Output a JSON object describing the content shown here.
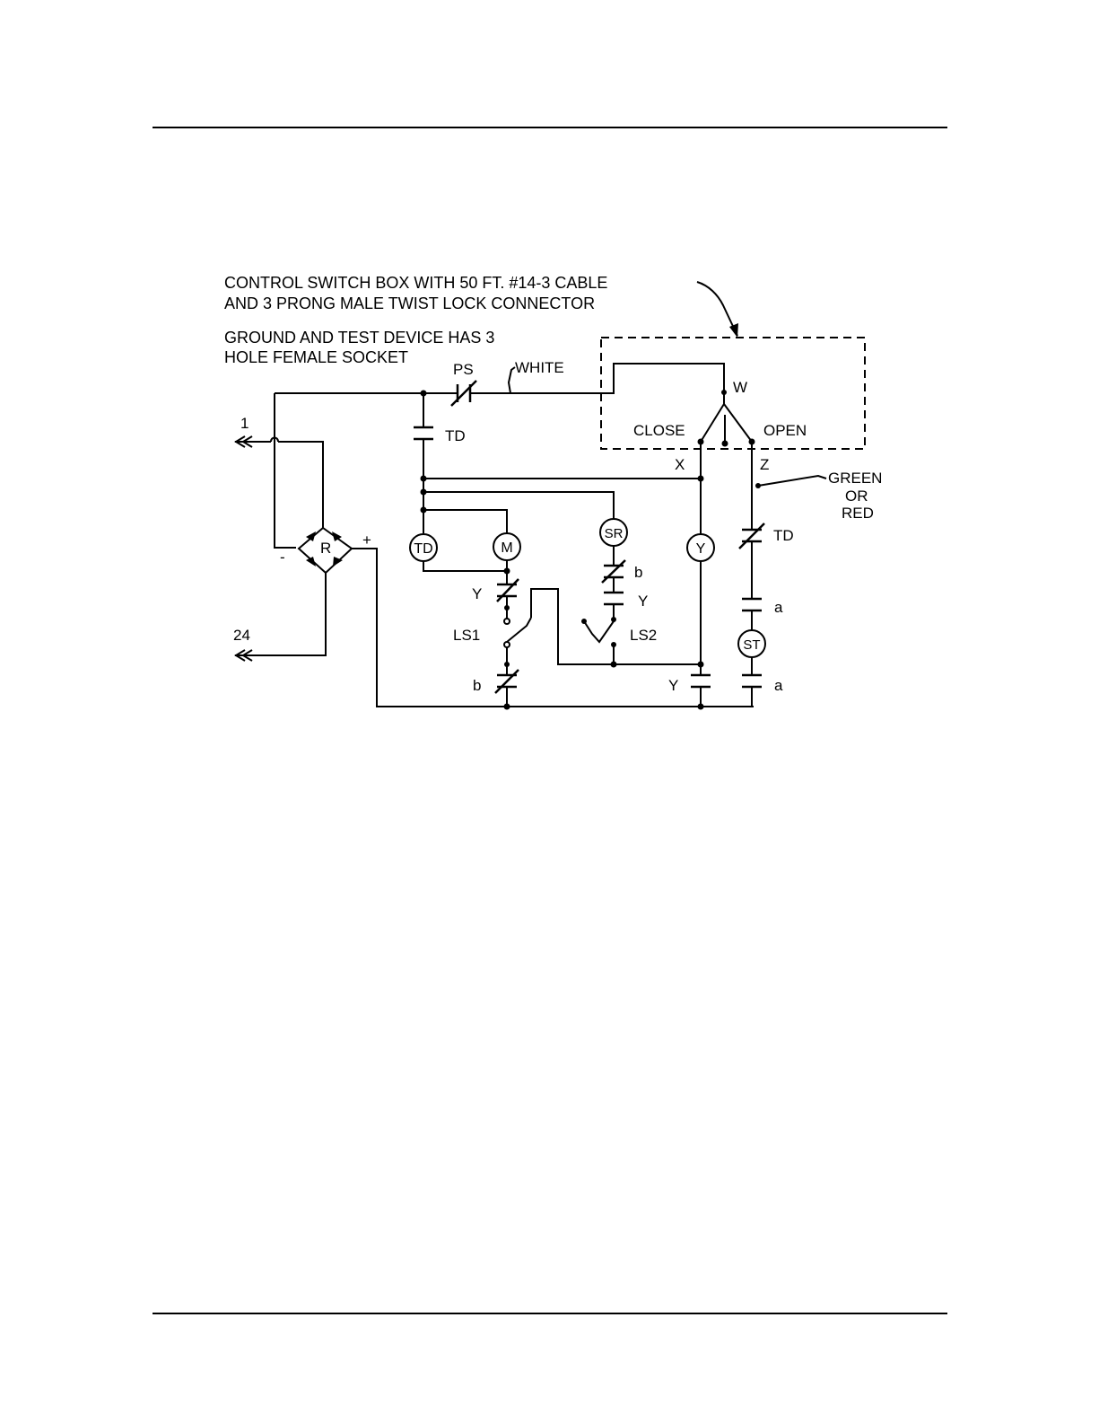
{
  "notes": {
    "control_box_line1": "CONTROL SWITCH BOX WITH 50 FT. #14-3 CABLE",
    "control_box_line2": "AND 3 PRONG MALE TWIST LOCK CONNECTOR",
    "ground_line1": "GROUND AND TEST DEVICE HAS 3",
    "ground_line2": "HOLE FEMALE SOCKET"
  },
  "terminals": {
    "top": "1",
    "bottom": "24"
  },
  "rectifier": {
    "label": "R",
    "minus": "-",
    "plus": "+"
  },
  "wires": {
    "white": "WHITE",
    "green": "GREEN",
    "or": "OR",
    "red": "RED"
  },
  "switch": {
    "w": "W",
    "close": "CLOSE",
    "open": "OPEN",
    "x": "X",
    "z": "Z"
  },
  "coils": {
    "td": "TD",
    "m": "M",
    "sr": "SR",
    "y": "Y",
    "st": "ST"
  },
  "contacts": {
    "ps": "PS",
    "td_no": "TD",
    "td_nc": "TD",
    "y_m": "Y",
    "ls1": "LS1",
    "b_bottom": "b",
    "b_sr": "b",
    "y_sr": "Y",
    "ls2": "LS2",
    "y_bottom": "Y",
    "a_top": "a",
    "a_bottom": "a"
  }
}
